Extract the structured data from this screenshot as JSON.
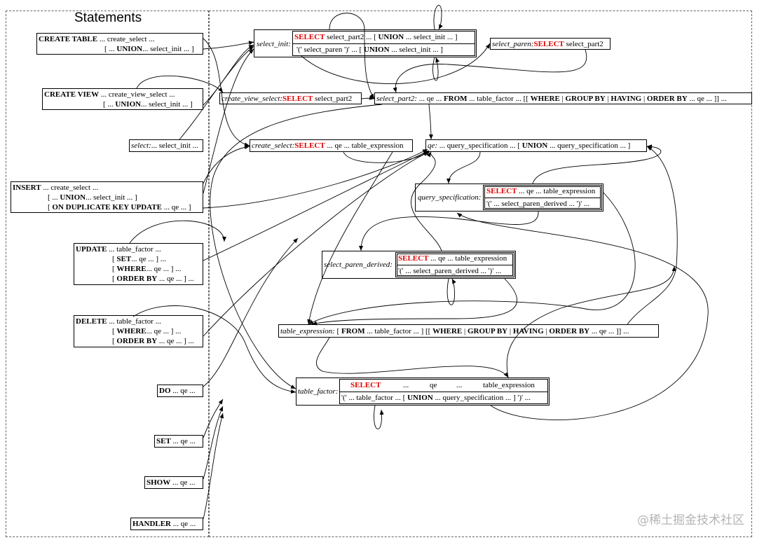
{
  "title": "Statements",
  "watermark": "@稀土掘金技术社区",
  "statements": {
    "create_table": {
      "head": "CREATE TABLE",
      "line1": " ... create_select ...",
      "line2_pre": "[ ... ",
      "union": "UNION",
      "line2_post": "... select_init ... ]"
    },
    "create_view": {
      "head": "CREATE VIEW",
      "line1": " ... create_view_select ...",
      "line2_pre": "[ ... ",
      "union": "UNION",
      "line2_post": "... select_init ... ]"
    },
    "select": {
      "label": "select:",
      "rest": "... select_init ..."
    },
    "insert": {
      "head": "INSERT",
      "line1": " ... create_select ...",
      "line2_pre": "[ ... ",
      "union": "UNION",
      "line2_post": "... select_init ... ]",
      "line3_pre": "[ ",
      "odku": "ON DUPLICATE KEY UPDATE",
      "line3_post": " ... qe ... ]"
    },
    "update": {
      "head": "UPDATE",
      "line1": " ... table_factor ...",
      "l2_pre": "[ ",
      "set": "SET",
      "l2_post": "... qe ... ] ...",
      "l3_pre": "[ ",
      "where": "WHERE",
      "l3_post": "... qe ... ] ...",
      "l4_pre": "[ ",
      "order": "ORDER BY",
      "l4_post": " ... qe ... ] ..."
    },
    "delete": {
      "head": "DELETE",
      "line1": " ... table_factor ...",
      "l2_pre": "[ ",
      "where": "WHERE",
      "l2_post": "... qe ... ] ...",
      "l3_pre": "[ ",
      "order": "ORDER BY",
      "l3_post": " ... qe ... ] ..."
    },
    "do": {
      "head": "DO",
      "rest": " ... qe ..."
    },
    "set": {
      "head": "SET",
      "rest": " ... qe ..."
    },
    "show": {
      "head": "SHOW",
      "rest": " ... qe ..."
    },
    "handler": {
      "head": "HANDLER",
      "rest": " ... qe ..."
    }
  },
  "rules": {
    "select_init": {
      "label": "select_init:",
      "select": "SELECT",
      "r1_a": " select_part2 ... [ ",
      "union": "UNION",
      "r1_b": " ... select_init ... ]",
      "r2_a": "'(' select_paren ')' ...  [ ",
      "r2_b": " ... select_init ...  ]"
    },
    "select_paren": {
      "label": "select_paren:",
      "select": "SELECT",
      "rest": " select_part2"
    },
    "create_view_select": {
      "label": "create_view_select:",
      "select": "SELECT",
      "rest": " select_part2"
    },
    "select_part2": {
      "label": "select_part2:",
      "a": " ... qe ... ",
      "from": "FROM",
      "b": " ... table_factor ... [[  ",
      "where": "WHERE",
      "sep1": " |  ",
      "groupby": "GROUP BY",
      "sep2": " |  ",
      "having": "HAVING",
      "sep3": " |  ",
      "orderby": "ORDER BY",
      "c": " ... qe ... ]] ..."
    },
    "create_select": {
      "label": "create_select:",
      "select": "SELECT",
      "rest": " ... qe ... table_expression"
    },
    "qe": {
      "label": "qe:",
      "a": " ... query_specification ... [  ",
      "union": "UNION",
      "b": "  ... query_specification ... ]"
    },
    "query_specification": {
      "label": "query_specification:",
      "select": "SELECT",
      "r1": " ... qe ... table_expression",
      "r2": "'(' ... select_paren_derived ... ')' ..."
    },
    "select_paren_derived": {
      "label": "select_paren_derived:",
      "select": "SELECT",
      "r1": " ... qe ... table_expression",
      "r2": "'(' ... select_paren_derived ... ')' ..."
    },
    "table_expression": {
      "label": "table_expression:",
      "a": " [  ",
      "from": "FROM",
      "b": " ... table_factor ... ]  [[  ",
      "where": "WHERE",
      "sep1": " |   ",
      "groupby": "GROUP BY",
      "sep2": " |   ",
      "having": "HAVING",
      "sep3": " |   ",
      "orderby": "ORDER BY",
      "c": " ... qe ... ]] ..."
    },
    "table_factor": {
      "label": "table_factor:",
      "select": "SELECT",
      "r1_a": "...",
      "r1_b": "qe",
      "r1_c": "...",
      "r1_d": "table_expression",
      "r2_a": "'(' ... table_factor ... [  ",
      "union": "UNION",
      "r2_b": " ... query_specification ... ] ')' ..."
    }
  }
}
